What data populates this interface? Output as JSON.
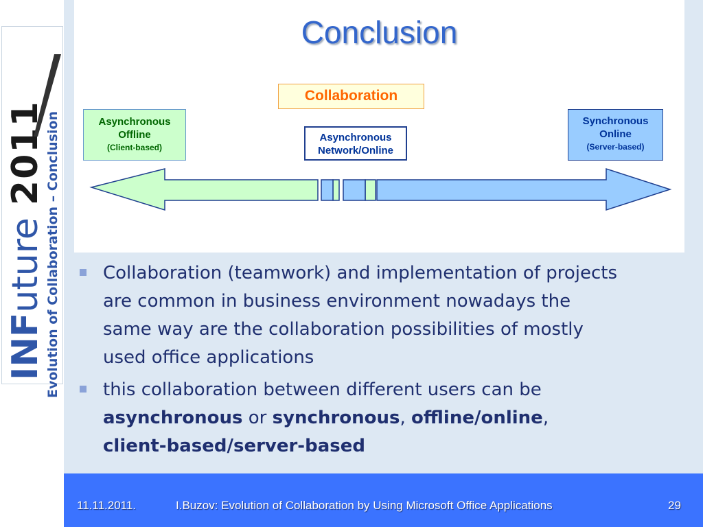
{
  "sidebar": {
    "logo_text_inf": "INF",
    "logo_text_uture": "uture",
    "logo_year": "2011",
    "vertical_title_part1": "Evolution of Collaboration",
    "vertical_title_dash": " – ",
    "vertical_title_part2": "Conclusion"
  },
  "slide": {
    "title": "Conclusion",
    "diagram": {
      "top_label": "Collaboration",
      "left_box": {
        "line1": "Asynchronous",
        "line2": "Offline",
        "line3": "(Client-based)"
      },
      "middle_box": {
        "line1": "Asynchronous",
        "line2": "Network/Online"
      },
      "right_box": {
        "line1": "Synchronous",
        "line2": "Online",
        "line3": "(Server-based)"
      }
    },
    "bullets": {
      "b1": "Collaboration (teamwork) and implementation of projects are common in business environment nowadays the same way are the collaboration possibilities of mostly used office applications",
      "b2_prefix": "this collaboration between different users can be ",
      "b2_term1": "asynchronous",
      "b2_or": " or ",
      "b2_term2": "synchronous",
      "b2_comma1": ", ",
      "b2_term3": "offline/online",
      "b2_comma2": ", ",
      "b2_term4": "client-based/server-based"
    }
  },
  "footer": {
    "date": "11.11.2011.",
    "text": "I.Buzov: Evolution of Collaboration by Using Microsoft Office Applications",
    "page": "29"
  },
  "colors": {
    "title": "#3366cc",
    "footer_bg": "#3b73ff",
    "green_arrow": "#ccffcc",
    "blue_arrow": "#99ccff"
  }
}
